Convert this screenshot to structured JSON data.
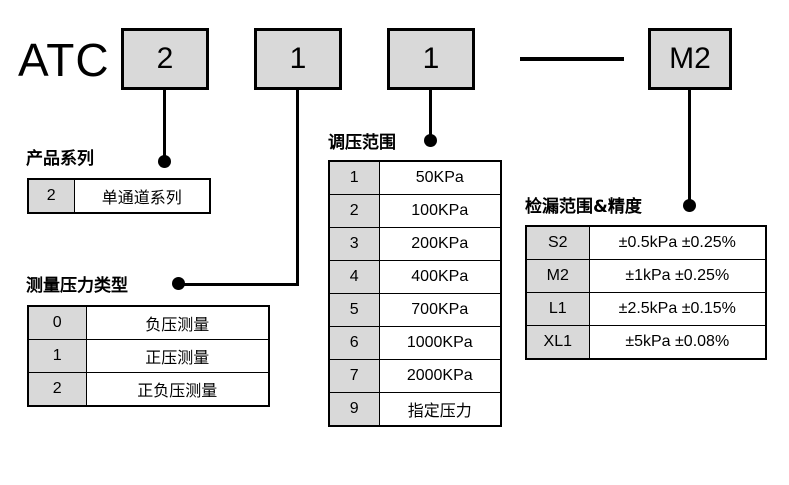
{
  "model": {
    "brand_label": "ATC",
    "segments": [
      {
        "name": "series",
        "value": "2"
      },
      {
        "name": "pressure-type",
        "value": "1"
      },
      {
        "name": "pressure-range",
        "value": "1"
      },
      {
        "name": "separator",
        "value": "—"
      },
      {
        "name": "leak-range",
        "value": "M2"
      }
    ]
  },
  "sections": {
    "product_series": {
      "heading": "产品系列",
      "rows": [
        {
          "code": "2",
          "desc": "单通道系列"
        }
      ]
    },
    "pressure_type": {
      "heading": "测量压力类型",
      "rows": [
        {
          "code": "0",
          "desc": "负压测量"
        },
        {
          "code": "1",
          "desc": "正压测量"
        },
        {
          "code": "2",
          "desc": "正负压测量"
        }
      ]
    },
    "pressure_range": {
      "heading": "调压范围",
      "rows": [
        {
          "code": "1",
          "desc": "50KPa"
        },
        {
          "code": "2",
          "desc": "100KPa"
        },
        {
          "code": "3",
          "desc": "200KPa"
        },
        {
          "code": "4",
          "desc": "400KPa"
        },
        {
          "code": "5",
          "desc": "700KPa"
        },
        {
          "code": "6",
          "desc": "1000KPa"
        },
        {
          "code": "7",
          "desc": "2000KPa"
        },
        {
          "code": "9",
          "desc": "指定压力"
        }
      ]
    },
    "leak_range": {
      "heading": "检漏范围&精度",
      "rows": [
        {
          "code": "S2",
          "desc": "±0.5kPa ±0.25%"
        },
        {
          "code": "M2",
          "desc": "±1kPa ±0.25%"
        },
        {
          "code": "L1",
          "desc": "±2.5kPa ±0.15%"
        },
        {
          "code": "XL1",
          "desc": "±5kPa ±0.08%"
        }
      ]
    }
  },
  "colors": {
    "box_fill": "#d9d9d9",
    "line": "#000000",
    "background": "#ffffff"
  }
}
